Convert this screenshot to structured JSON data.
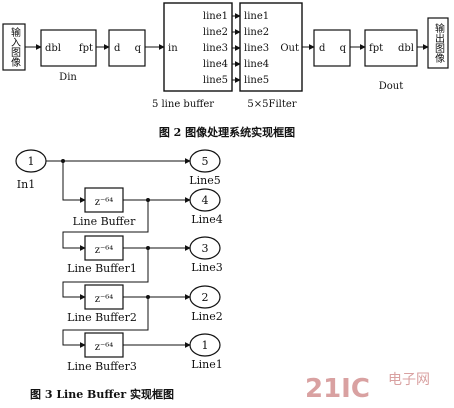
{
  "figure2": {
    "input_box": "输入图像",
    "din": {
      "left_port": "dbl",
      "right_port": "fpt",
      "label": "Din"
    },
    "dq1": {
      "d": "d",
      "q": "q"
    },
    "line_buffer": {
      "in_port": "in",
      "ports": [
        "line1",
        "line2",
        "line3",
        "line4",
        "line5"
      ],
      "label": "5 line buffer"
    },
    "filter": {
      "ports": [
        "line1",
        "line2",
        "line3",
        "line4",
        "line5"
      ],
      "out_port": "Out",
      "label": "5×5Filter"
    },
    "dq2": {
      "d": "d",
      "q": "q"
    },
    "dout": {
      "left_port": "fpt",
      "right_port": "dbl",
      "label": "Dout"
    },
    "output_box": "输出图像",
    "caption": "图 2   图像处理系统实现框图"
  },
  "figure3": {
    "inport": {
      "number": "1",
      "label": "In1"
    },
    "buffers": [
      {
        "gain": "z⁻⁶⁴",
        "label": "Line Buffer"
      },
      {
        "gain": "z⁻⁶⁴",
        "label": "Line Buffer1"
      },
      {
        "gain": "z⁻⁶⁴",
        "label": "Line Buffer2"
      },
      {
        "gain": "z⁻⁶⁴",
        "label": "Line Buffer3"
      }
    ],
    "outports": [
      {
        "number": "5",
        "label": "Line5"
      },
      {
        "number": "4",
        "label": "Line4"
      },
      {
        "number": "3",
        "label": "Line3"
      },
      {
        "number": "2",
        "label": "Line2"
      },
      {
        "number": "1",
        "label": "Line1"
      }
    ],
    "caption": "图 3   Line Buffer 实现框图"
  },
  "watermark": {
    "logo": "21IC",
    "site": "电子网"
  }
}
